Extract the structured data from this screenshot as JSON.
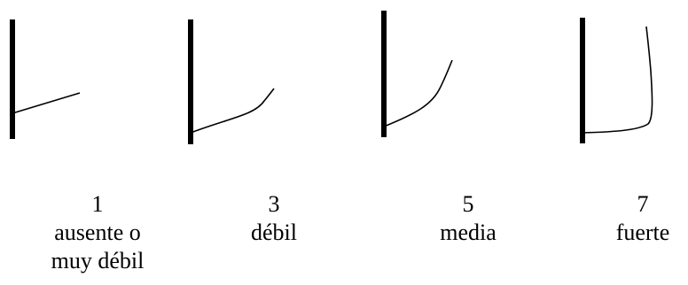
{
  "items": [
    {
      "value": "1",
      "label_lines": [
        "ausente o",
        "muy débil"
      ]
    },
    {
      "value": "3",
      "label_lines": [
        "débil"
      ]
    },
    {
      "value": "5",
      "label_lines": [
        "media"
      ]
    },
    {
      "value": "7",
      "label_lines": [
        "fuerte"
      ]
    }
  ]
}
